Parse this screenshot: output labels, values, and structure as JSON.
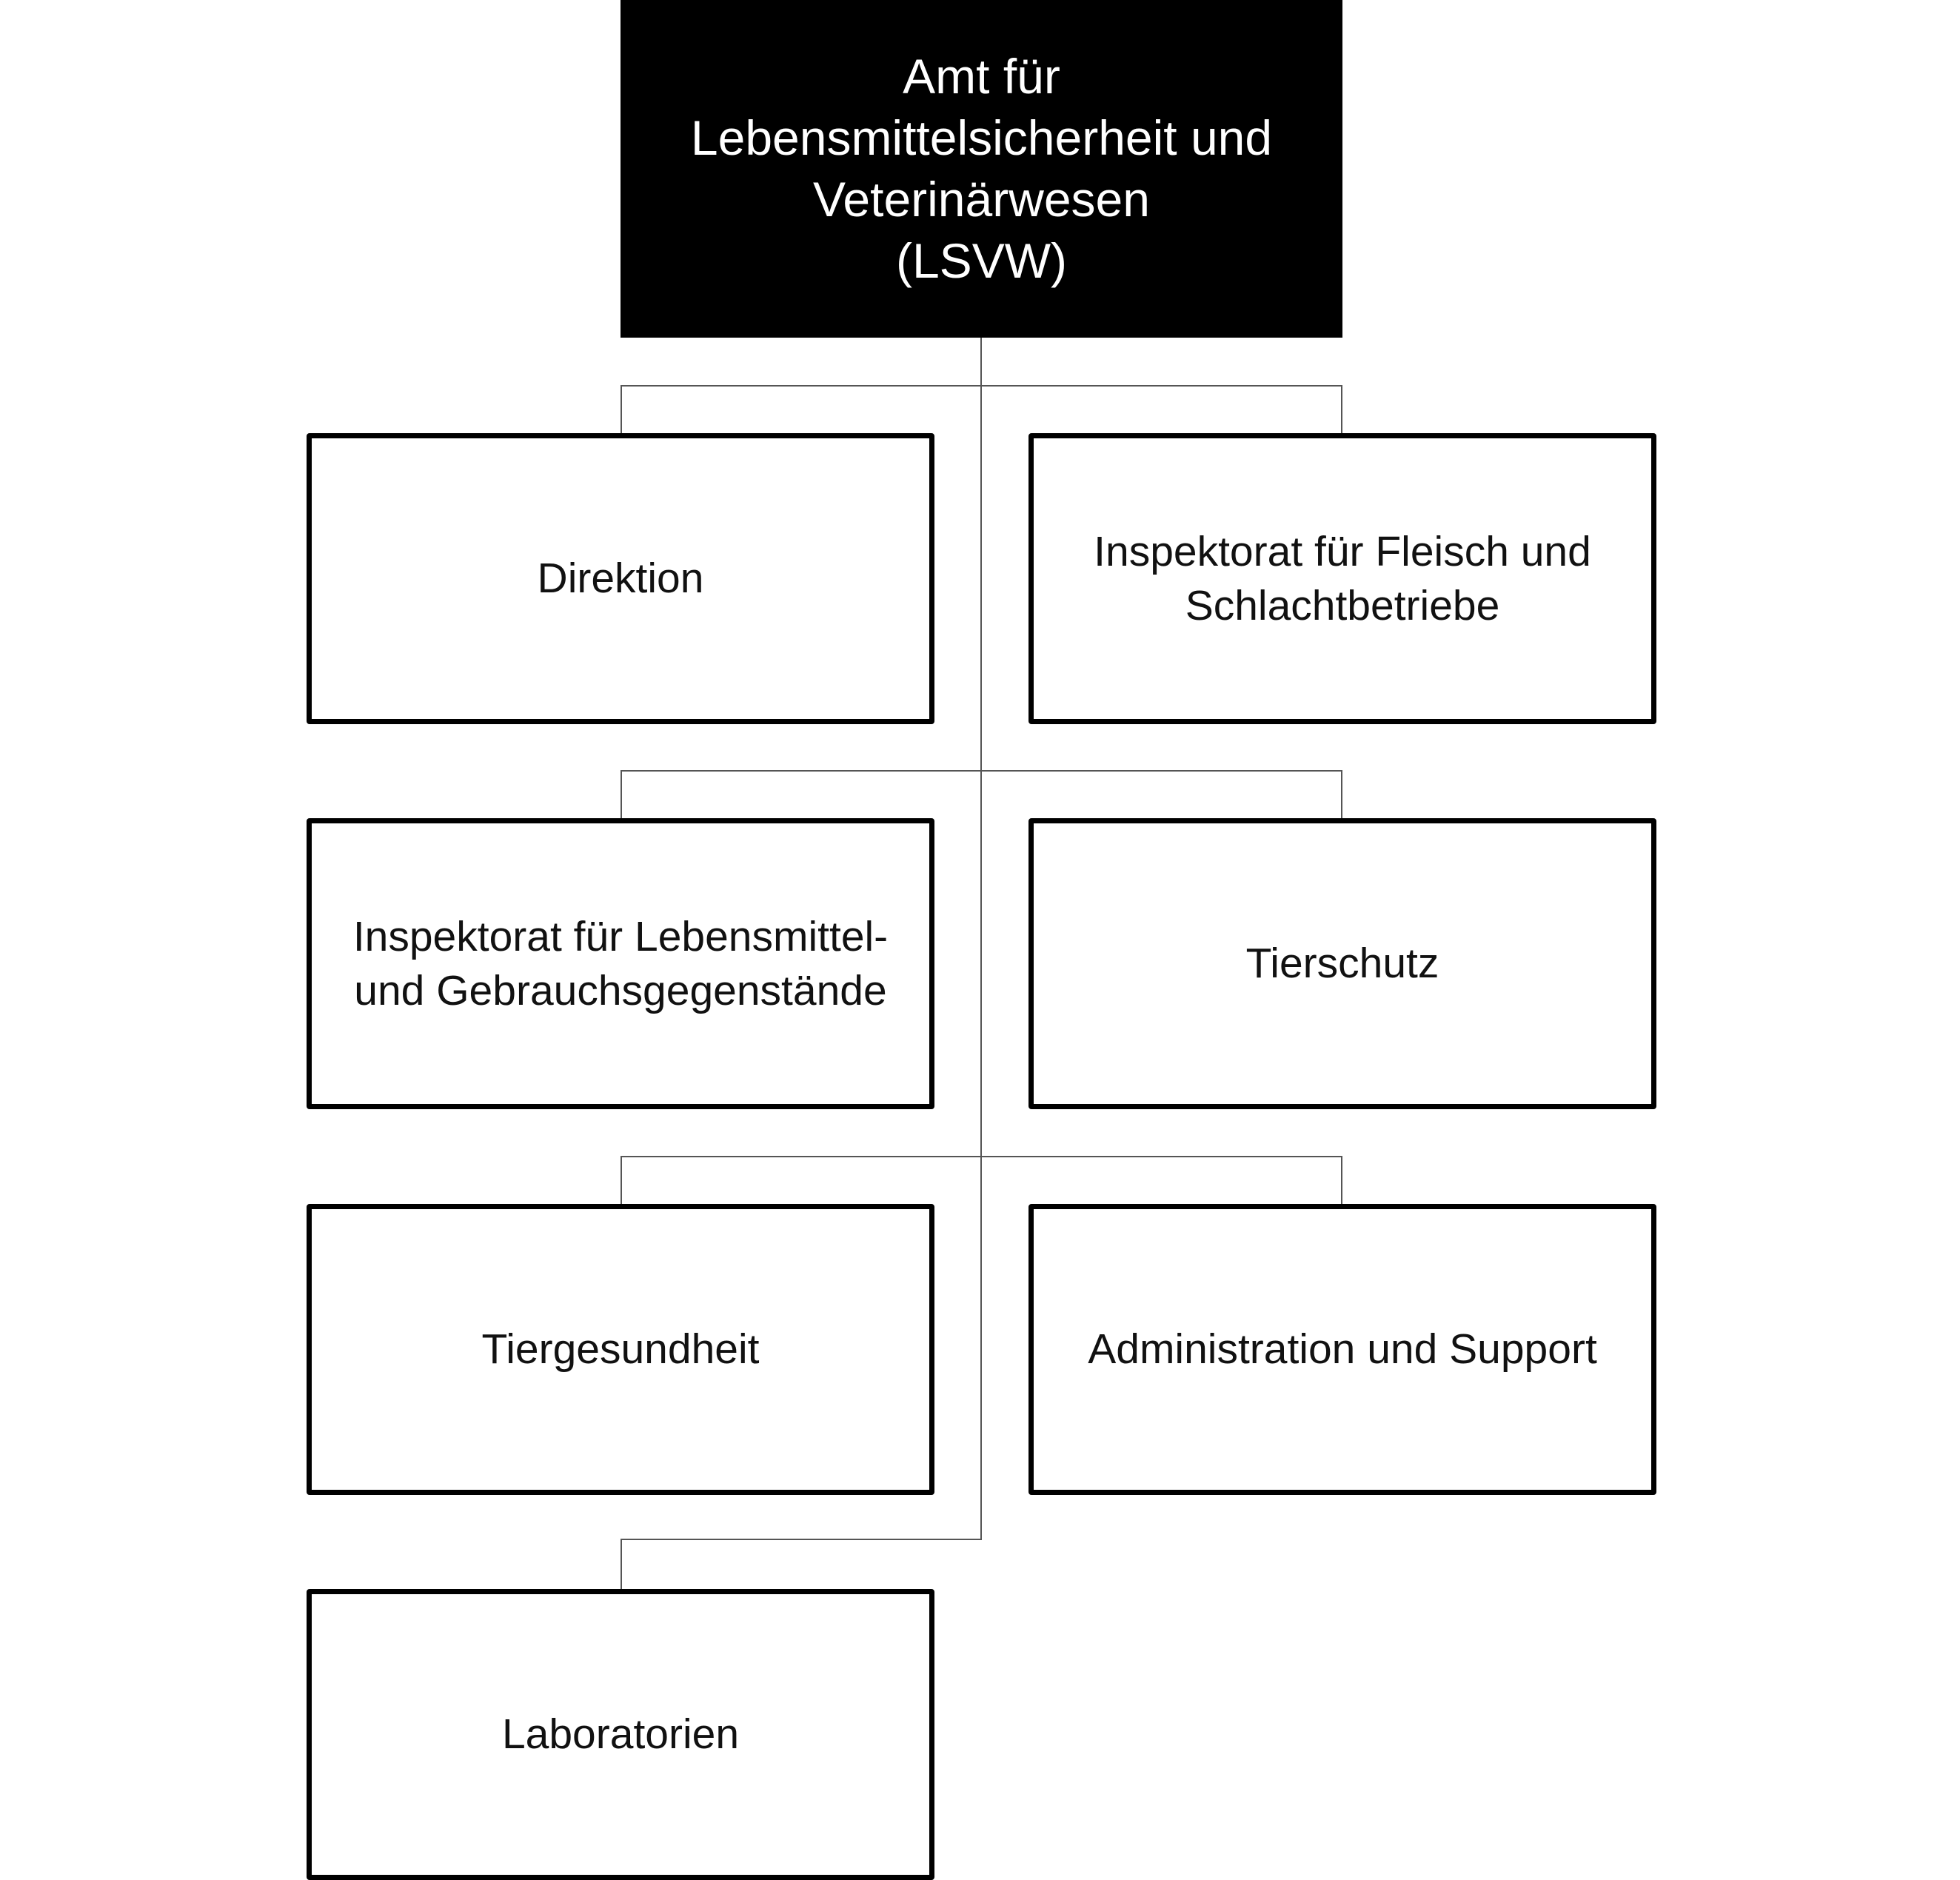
{
  "root": {
    "lines": [
      "Amt für",
      "Lebensmittelsicherheit und",
      "Veterinärwesen",
      "(LSVW)"
    ]
  },
  "units": [
    {
      "lines": [
        "Direktion"
      ]
    },
    {
      "lines": [
        "Inspektorat für Fleisch und",
        "Schlachtbetriebe"
      ]
    },
    {
      "lines": [
        "Inspektorat für Lebensmittel-",
        "und Gebrauchsgegenstände"
      ]
    },
    {
      "lines": [
        "Tierschutz"
      ]
    },
    {
      "lines": [
        "Tiergesundheit"
      ]
    },
    {
      "lines": [
        "Administration und Support"
      ]
    },
    {
      "lines": [
        "Laboratorien"
      ]
    }
  ]
}
